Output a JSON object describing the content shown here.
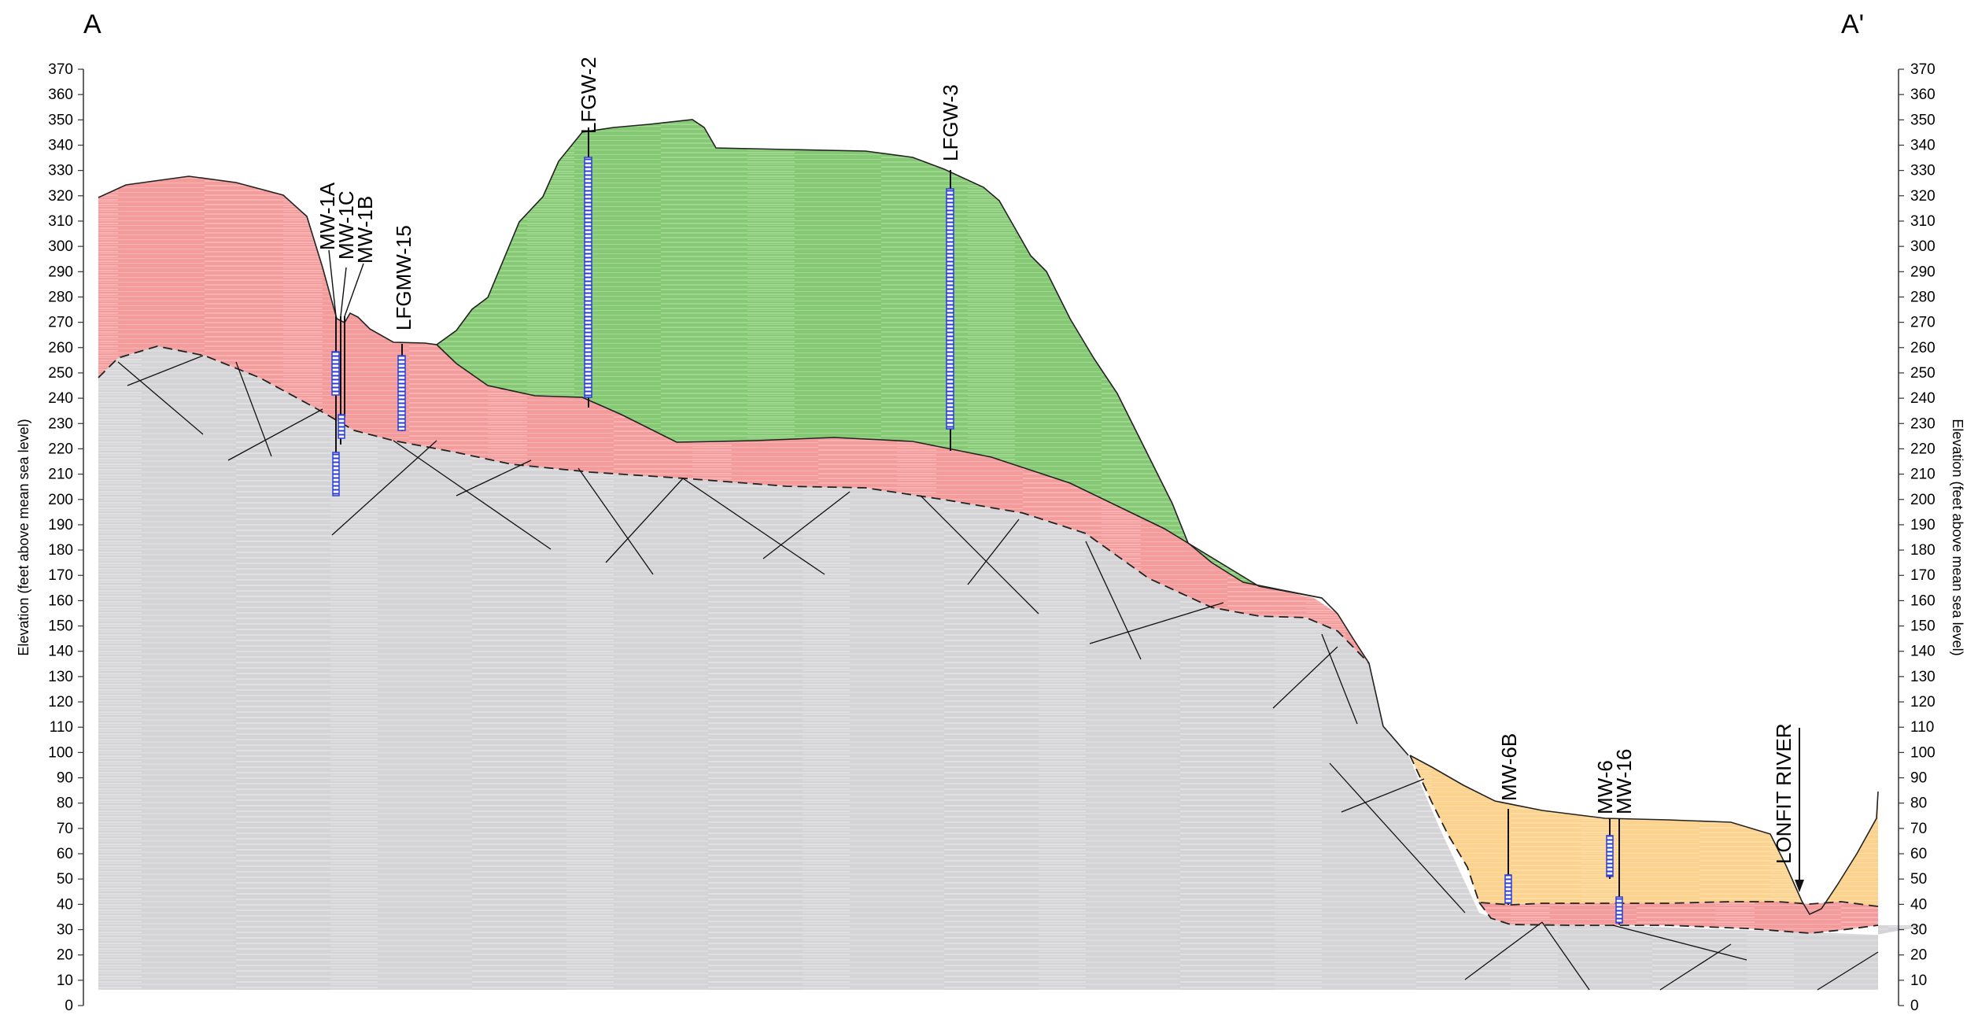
{
  "section": {
    "start_label": "A",
    "end_label": "A'"
  },
  "axes": {
    "left_title": "Elevation (feet above mean sea level)",
    "right_title": "Elevation (feet above mean sea level)",
    "ticks": [
      "0",
      "10",
      "20",
      "30",
      "40",
      "50",
      "60",
      "70",
      "80",
      "90",
      "100",
      "110",
      "120",
      "130",
      "140",
      "150",
      "160",
      "170",
      "180",
      "190",
      "200",
      "210",
      "220",
      "230",
      "240",
      "250",
      "260",
      "270",
      "280",
      "290",
      "300",
      "310",
      "320",
      "330",
      "340",
      "350",
      "360",
      "370"
    ]
  },
  "units": {
    "pink": "#f4a0a0",
    "green": "#8ccc7a",
    "orange": "#fcd592",
    "gray": "#d3d3d6"
  },
  "wells": {
    "mw1a": "MW-1A",
    "mw1c": "MW-1C",
    "mw1b": "MW-1B",
    "lfgmw15": "LFGMW-15",
    "lfgw2": "LFGW-2",
    "lfgw3": "LFGW-3",
    "mw6b": "MW-6B",
    "mw6": "MW-6",
    "mw16": "MW-16"
  },
  "features": {
    "river": "LONFIT RIVER"
  },
  "screen_color": "#2b3fd6"
}
